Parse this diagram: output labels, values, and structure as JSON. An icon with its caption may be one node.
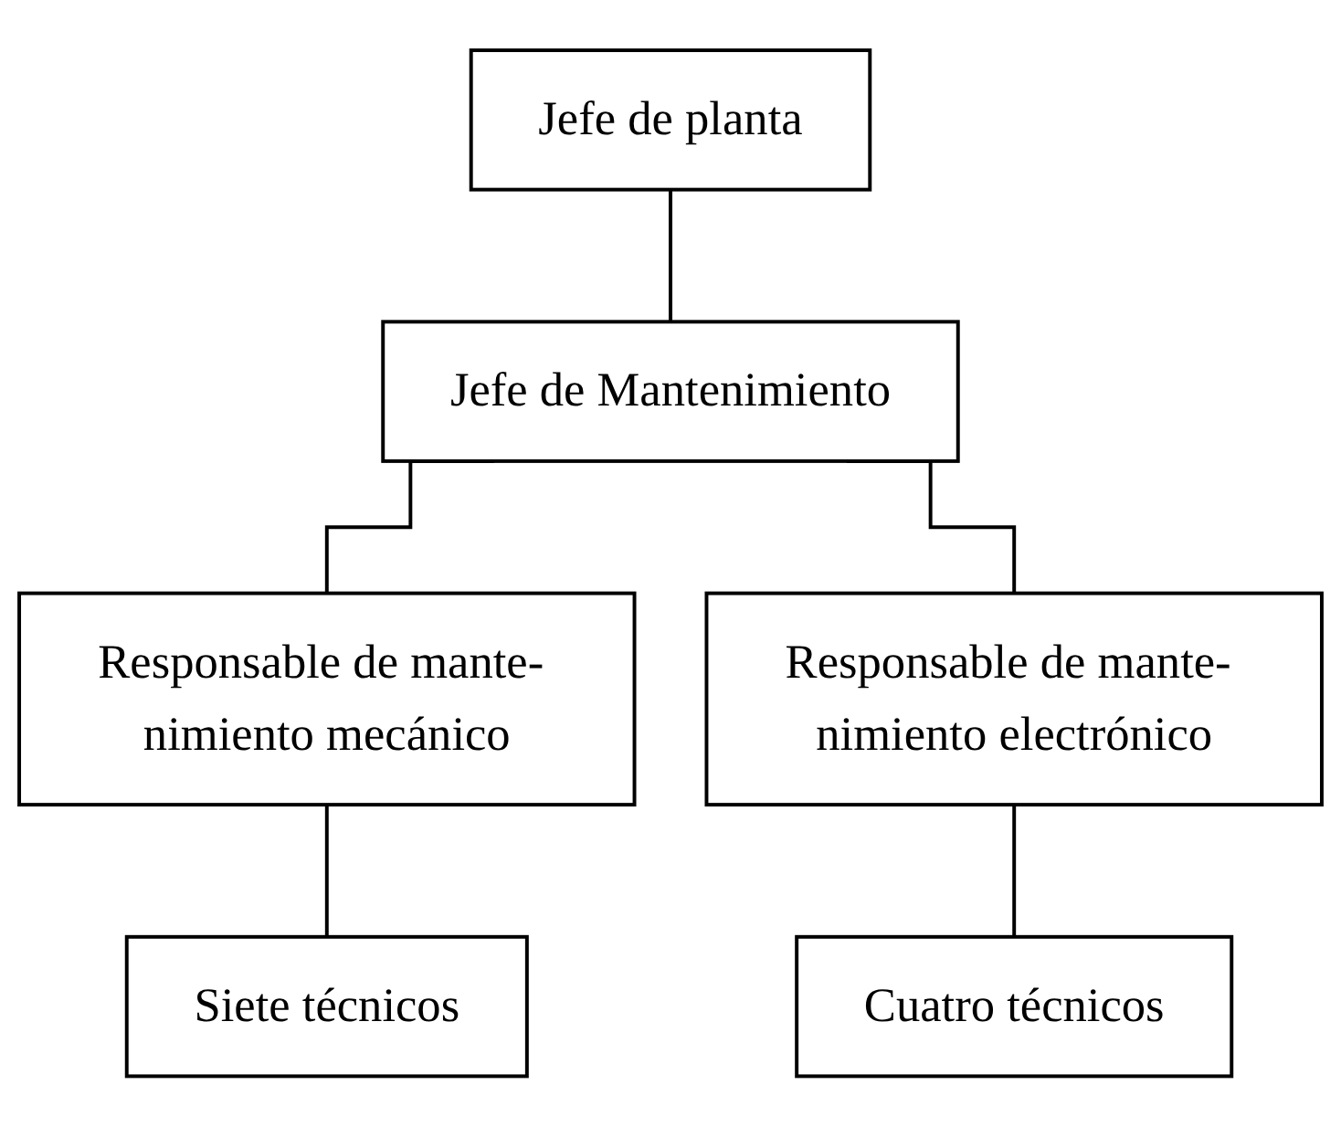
{
  "diagram": {
    "nodes": [
      {
        "text": [
          "Jefe de planta"
        ]
      },
      {
        "text": [
          "Jefe de Mantenimiento"
        ]
      },
      {
        "text": [
          "Responsable de mante- nimiento mecánico"
        ]
      },
      {
        "text": [
          "Responsable de mante- nimiento electrónico"
        ]
      },
      {
        "text": [
          "Siete técnicos"
        ]
      },
      {
        "text": [
          "Cuatro técnicos"
        ]
      }
    ],
    "edges": [
      {
        "from": 0,
        "to": 1,
        "arrow": "none"
      },
      {
        "from": 1,
        "to": 2,
        "arrow": "none"
      },
      {
        "from": 1,
        "to": 3,
        "arrow": "none"
      },
      {
        "from": 2,
        "to": 4,
        "arrow": "none"
      },
      {
        "from": 3,
        "to": 5,
        "arrow": "none"
      }
    ]
  }
}
